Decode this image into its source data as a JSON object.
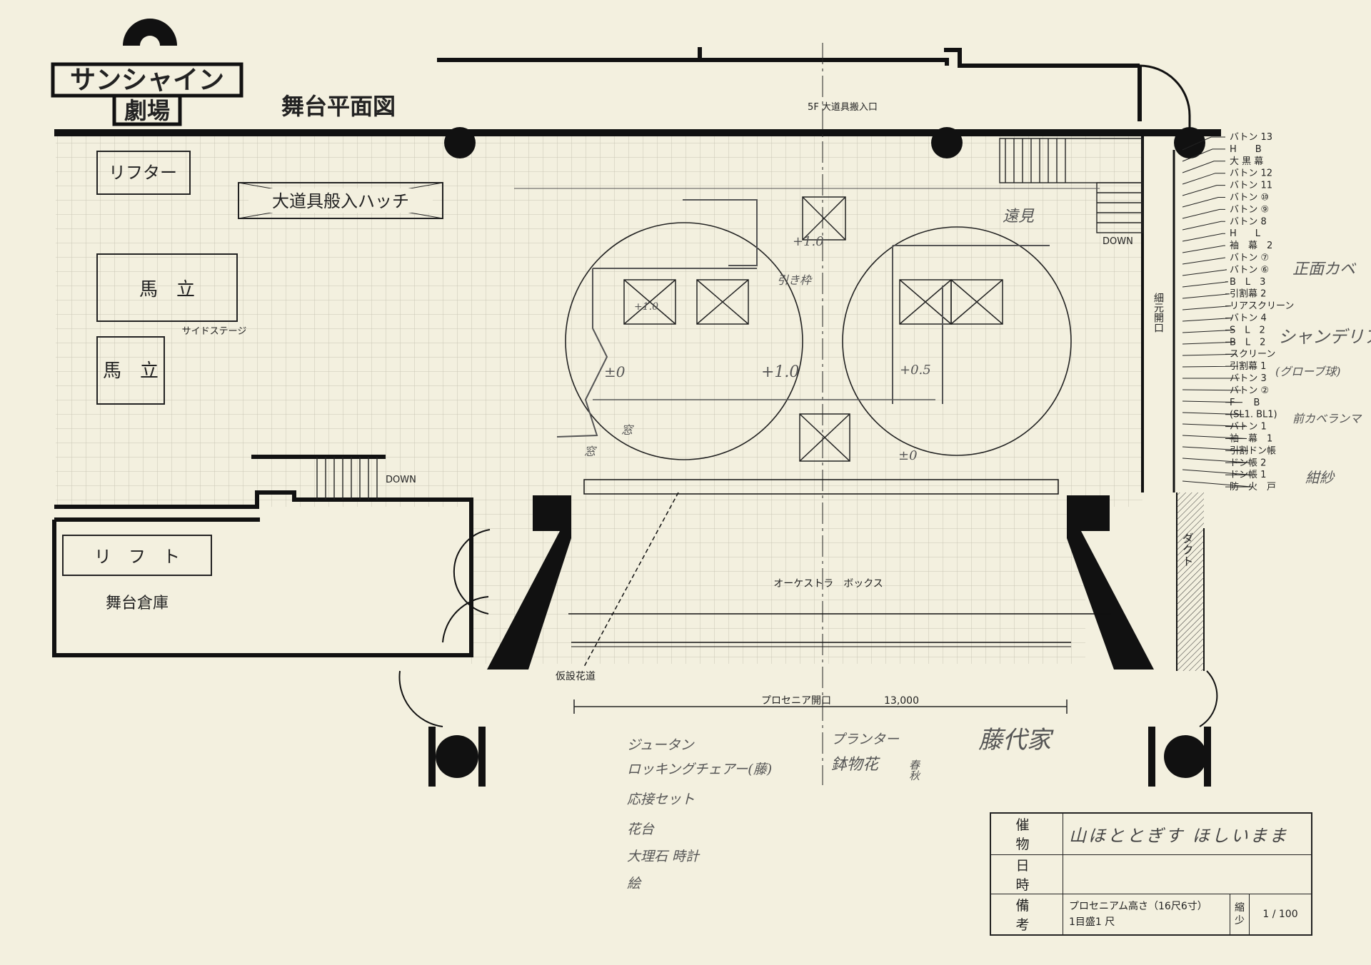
{
  "logo": {
    "line1": "サンシャイン",
    "line2": "劇場"
  },
  "title": "舞台平面図",
  "labels": {
    "loading_entrance": "5F 大道具搬入口",
    "lifter": "リフター",
    "hatch": "大道具般入ハッチ",
    "umatate_1": "馬　立",
    "umatate_2": "馬　立",
    "side_stage": "サイドステージ",
    "down_1": "DOWN",
    "down_2": "DOWN",
    "lift": "リ　フ　ト",
    "storage": "舞台倉庫",
    "orchestra_box": "オーケストラ　ボックス",
    "temp_hanamichi": "仮設花道",
    "proscenium_opening": "プロセニア開口",
    "proscenium_width": "13,000",
    "duct": "ダクト",
    "hosomi_kaikou": "細元開口"
  },
  "levels": {
    "l1": "+1.0",
    "l2": "±0",
    "l3": "+1.0",
    "l4": "+0.5",
    "l5": "±0",
    "l6": "+1.0"
  },
  "handwritten": {
    "toomi": "遠見",
    "hikiwaku": "引き枠",
    "mado_1": "窓",
    "mado_2": "窓",
    "shomen_kabe": "正面カベ",
    "chandelier": "シャンデリア",
    "globe": "(グローブ球)",
    "mae_kabe": "前カベランマ",
    "konsha": "紺紗",
    "props_left": [
      "ジュータン",
      "ロッキングチェアー(藤)",
      "応接セット",
      "花台",
      "大理石 時計",
      "絵"
    ],
    "props_mid": [
      "プランター",
      "鉢物花"
    ],
    "seasons": "春秋",
    "fujishiro_ke": "藤代家"
  },
  "battens": [
    "バトン 13",
    "H　　B",
    "大 黒 幕",
    "バトン 12",
    "バトン 11",
    "バトン ⑩",
    "バトン ⑨",
    "バトン 8",
    "H　　L",
    "袖　幕　2",
    "バトン ⑦",
    "バトン ⑥",
    "B　L　3",
    "引割幕 2",
    "リアスクリーン",
    "バトン 4",
    "S　L　2",
    "B　L　2",
    "スクリーン",
    "引割幕 1",
    "バトン 3",
    "バトン ②",
    "F　　B",
    "(SL1. BL1)",
    "バトン 1",
    "袖　幕　1",
    "引割ドン帳",
    "ドン帳 2",
    "ドン帳 1",
    "防　火　戸"
  ],
  "info": {
    "event_label": "催　物",
    "event_value": "山ほととぎす ほしいまま",
    "datetime_label": "日　時",
    "datetime_value": "",
    "remarks_label": "備　考",
    "remarks_line1": "プロセニアム高さ（16尺6寸）",
    "remarks_line2": "1目盛1 尺",
    "scale_label": "縮少",
    "scale_value": "1 / 100"
  },
  "colors": {
    "paper": "#f3f0df",
    "ink": "#222222",
    "grid": "#c9c6b4",
    "pencil": "#666666"
  }
}
